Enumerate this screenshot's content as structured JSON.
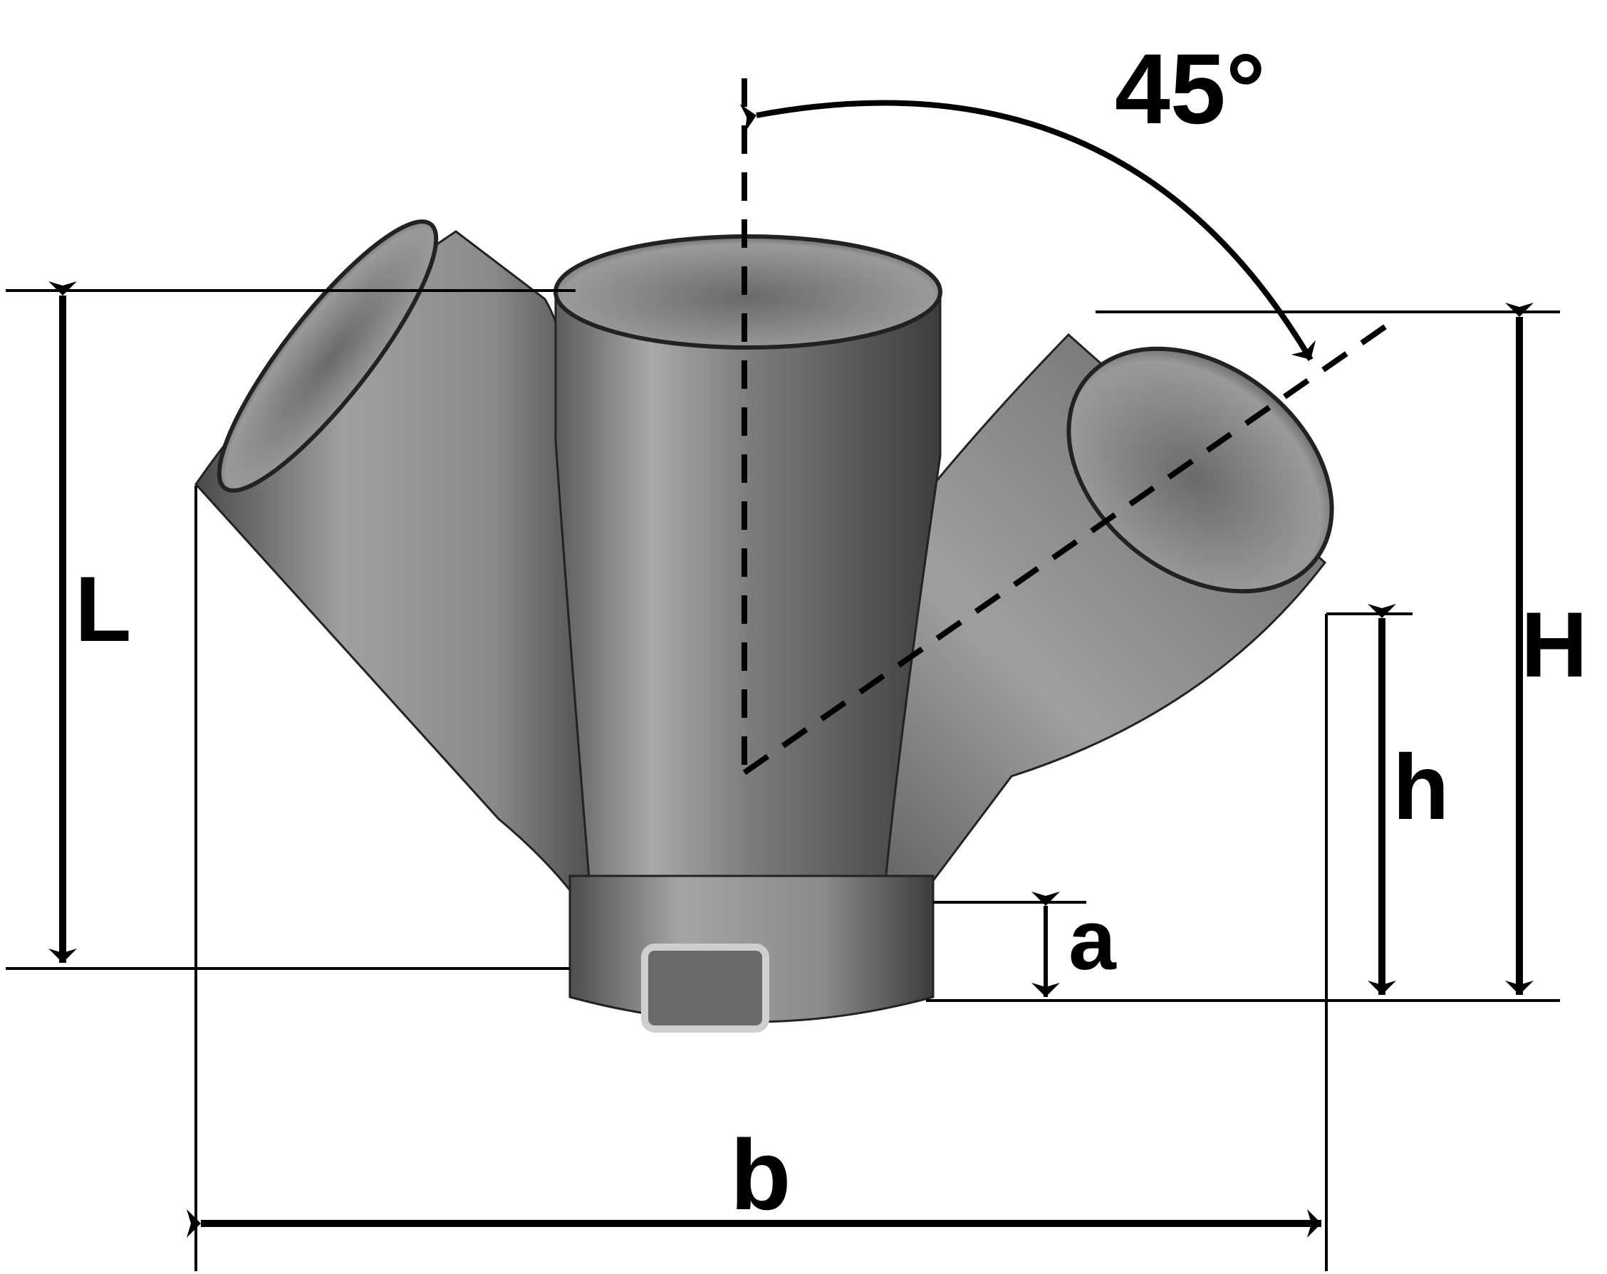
{
  "diagram": {
    "angle_label": "45°",
    "dimension_labels": {
      "L": "L",
      "H": "H",
      "h": "h",
      "a": "a",
      "b": "b"
    },
    "colors": {
      "line": "#000000",
      "fitting_light": "#b9b9b9",
      "fitting_mid": "#7a7a7a",
      "fitting_dark": "#3a3a3a",
      "background": "#ffffff"
    }
  }
}
